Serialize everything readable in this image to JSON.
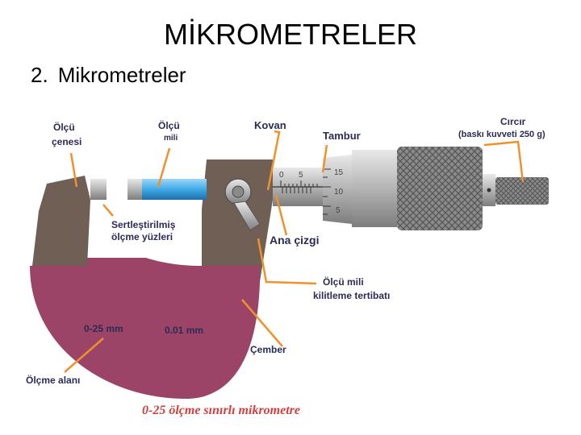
{
  "slide": {
    "title": "MİKROMETRELER",
    "subtitle_number": "2.",
    "subtitle_text": "Mikrometreler"
  },
  "diagram": {
    "labels": {
      "olcu_cenesi_1": "Ölçü",
      "olcu_cenesi_2": "çenesi",
      "olcu_mili_1": "Ölçü",
      "olcu_mili_2": "mili",
      "kovan": "Kovan",
      "tambur": "Tambur",
      "circir_1": "Cırcır",
      "circir_2": "(baskı kuvveti 250 g)",
      "sert_1": "Sertleştirilmiş",
      "sert_2": "ölçme yüzleri",
      "ana_cizgi": "Ana çizgi",
      "kilit_1": "Ölçü mili",
      "kilit_2": "kilitleme tertibatı",
      "range": "0-25 mm",
      "resolution": "0.01 mm",
      "cember": "Çember",
      "olcme_alani": "Ölçme alanı"
    },
    "sleeve_scale": [
      "0",
      "5"
    ],
    "thimble_scale": [
      "15",
      "10",
      "5"
    ],
    "caption": "0-25 ölçme sınırlı mikrometre",
    "colors": {
      "frame": "#9b4468",
      "body": "#6f5f55",
      "spindle": "#3fa9e6",
      "metal": "#c8c8c8",
      "leader": "#f0922b",
      "caption": "#d0403c"
    }
  }
}
